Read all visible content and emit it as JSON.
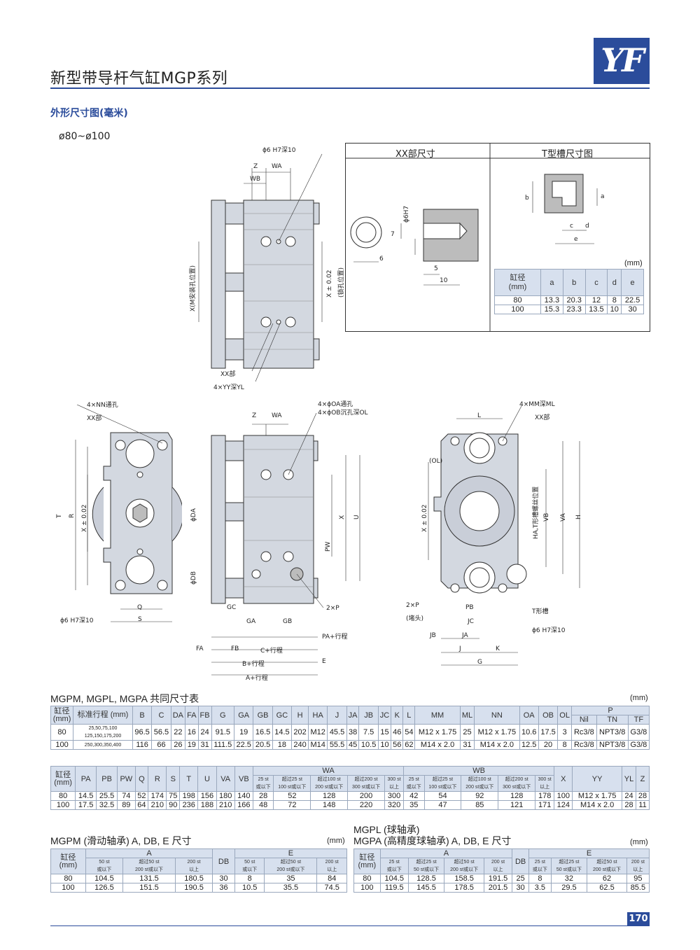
{
  "header": {
    "title": "新型带导杆气缸MGP系列",
    "logo": "YF"
  },
  "section_title": "外形尺寸图(毫米)",
  "bore_range": "ø80~ø100",
  "drawing_labels": {
    "top_hole": "ϕ6 H7深10",
    "z": "Z",
    "wa": "WA",
    "wb": "WB",
    "x_mount": "X(M安装孔位置)",
    "x_lock": "X ± 0.02",
    "lock_pos": "(锁孔位置)",
    "xx_part": "XX部",
    "yy": "4×YY深YL",
    "nn": "4×NN通孔",
    "oa": "4×ϕOA通孔",
    "ob": "4×ϕOB沉孔深OL",
    "mm": "4×MM深ML",
    "ol": "(OL)",
    "l": "L",
    "t": "T",
    "r": "R",
    "x_pm": "X ± 0.02",
    "q": "Q",
    "s": "S",
    "da": "ϕDA",
    "db": "ϕDB",
    "pw": "PW",
    "x": "X",
    "u": "U",
    "gc": "GC",
    "ga": "GA",
    "gb": "GB",
    "p2": "2×P",
    "fa": "FA",
    "fb": "FB",
    "c": "C+行程",
    "b": "B+行程",
    "a": "A+行程",
    "pa": "PA+行程",
    "e": "E",
    "vb": "VB",
    "va": "VA",
    "h": "H",
    "ha": "HA,T形槽螺丝位置",
    "pb": "PB",
    "jc": "JC",
    "jb": "JB",
    "ja": "JA",
    "j": "J",
    "k": "K",
    "g": "G",
    "p2b": "2×P",
    "plug": "(堵头)",
    "tslot": "T形槽",
    "hole2": "ϕ6 H7深10"
  },
  "xx_box": {
    "title1": "XX部尺寸",
    "title2": "T型槽尺寸图",
    "phi6h7": "ϕ6H7",
    "d6": "6",
    "d7": "7",
    "d5": "5",
    "d10": "10",
    "b": "b",
    "a": "a",
    "c": "c",
    "d": "d",
    "e": "e",
    "unit": "(mm)",
    "headers": [
      "缸径\n(mm)",
      "a",
      "b",
      "c",
      "d",
      "e"
    ],
    "rows": [
      [
        "80",
        "13.3",
        "20.3",
        "12",
        "8",
        "22.5"
      ],
      [
        "100",
        "15.3",
        "23.3",
        "13.5",
        "10",
        "30"
      ]
    ]
  },
  "table1": {
    "caption": "MGPM, MGPL, MGPA 共同尺寸表",
    "unit": "(mm)",
    "h1": [
      "缸径\n(mm)",
      "标准行程 (mm)",
      "B",
      "C",
      "DA",
      "FA",
      "FB",
      "G",
      "GA",
      "GB",
      "GC",
      "H",
      "HA",
      "J",
      "JA",
      "JB",
      "JC",
      "K",
      "L",
      "MM",
      "ML",
      "NN",
      "OA",
      "OB",
      "OL",
      "P"
    ],
    "p_sub": [
      "Nil",
      "TN",
      "TF"
    ],
    "rows": [
      [
        "80",
        "25,50,75,100\n125,150,175,200",
        "96.5",
        "56.5",
        "22",
        "16",
        "24",
        "91.5",
        "19",
        "16.5",
        "14.5",
        "202",
        "M12",
        "45.5",
        "38",
        "7.5",
        "15",
        "46",
        "54",
        "M12 x 1.75",
        "25",
        "M12 x 1.75",
        "10.6",
        "17.5",
        "3",
        "Rc3/8",
        "NPT3/8",
        "G3/8"
      ],
      [
        "100",
        "250,300,350,400",
        "116",
        "66",
        "26",
        "19",
        "31",
        "111.5",
        "22.5",
        "20.5",
        "18",
        "240",
        "M14",
        "55.5",
        "45",
        "10.5",
        "10",
        "56",
        "62",
        "M14 x 2.0",
        "31",
        "M14 x 2.0",
        "12.5",
        "20",
        "8",
        "Rc3/8",
        "NPT3/8",
        "G3/8"
      ]
    ]
  },
  "table2": {
    "h1": [
      "缸径\n(mm)",
      "PA",
      "PB",
      "PW",
      "Q",
      "R",
      "S",
      "T",
      "U",
      "VA",
      "VB",
      "WA",
      "WB",
      "X",
      "YY",
      "YL",
      "Z"
    ],
    "stroke_sub": [
      "25 st\n或以下",
      "超过25 st\n100 st或以下",
      "超过100 st\n200 st或以下",
      "超过200 st\n300 st或以下",
      "300 st\n以上"
    ],
    "rows": [
      [
        "80",
        "14.5",
        "25.5",
        "74",
        "52",
        "174",
        "75",
        "198",
        "156",
        "180",
        "140",
        "28",
        "52",
        "128",
        "200",
        "300",
        "42",
        "54",
        "92",
        "128",
        "178",
        "100",
        "M12 x 1.75",
        "24",
        "28"
      ],
      [
        "100",
        "17.5",
        "32.5",
        "89",
        "64",
        "210",
        "90",
        "236",
        "188",
        "210",
        "166",
        "48",
        "72",
        "148",
        "220",
        "320",
        "35",
        "47",
        "85",
        "121",
        "171",
        "124",
        "M14 x 2.0",
        "28",
        "11"
      ]
    ]
  },
  "table3": {
    "caption": "MGPM (滑动轴承) A, DB, E 尺寸",
    "unit": "(mm)",
    "h1": [
      "缸径\n(mm)",
      "A",
      "DB",
      "E"
    ],
    "sub": [
      "50 st\n或以下",
      "超过50 st\n200 st或以下",
      "200 st\n以上"
    ],
    "rows": [
      [
        "80",
        "104.5",
        "131.5",
        "180.5",
        "30",
        "8",
        "35",
        "84"
      ],
      [
        "100",
        "126.5",
        "151.5",
        "190.5",
        "36",
        "10.5",
        "35.5",
        "74.5"
      ]
    ]
  },
  "table4": {
    "caption1": "MGPL (球轴承)",
    "caption2": "MGPA (高精度球轴承) A, DB, E 尺寸",
    "unit": "(mm)",
    "h1": [
      "缸径\n(mm)",
      "A",
      "DB",
      "E"
    ],
    "sub": [
      "25 st\n或以下",
      "超过25 st\n50 st或以下",
      "超过50 st\n200 st或以下",
      "200 st\n以上"
    ],
    "rows": [
      [
        "80",
        "104.5",
        "128.5",
        "158.5",
        "191.5",
        "25",
        "8",
        "32",
        "62",
        "95"
      ],
      [
        "100",
        "119.5",
        "145.5",
        "178.5",
        "201.5",
        "30",
        "3.5",
        "29.5",
        "62.5",
        "85.5"
      ]
    ]
  },
  "page_number": "170"
}
